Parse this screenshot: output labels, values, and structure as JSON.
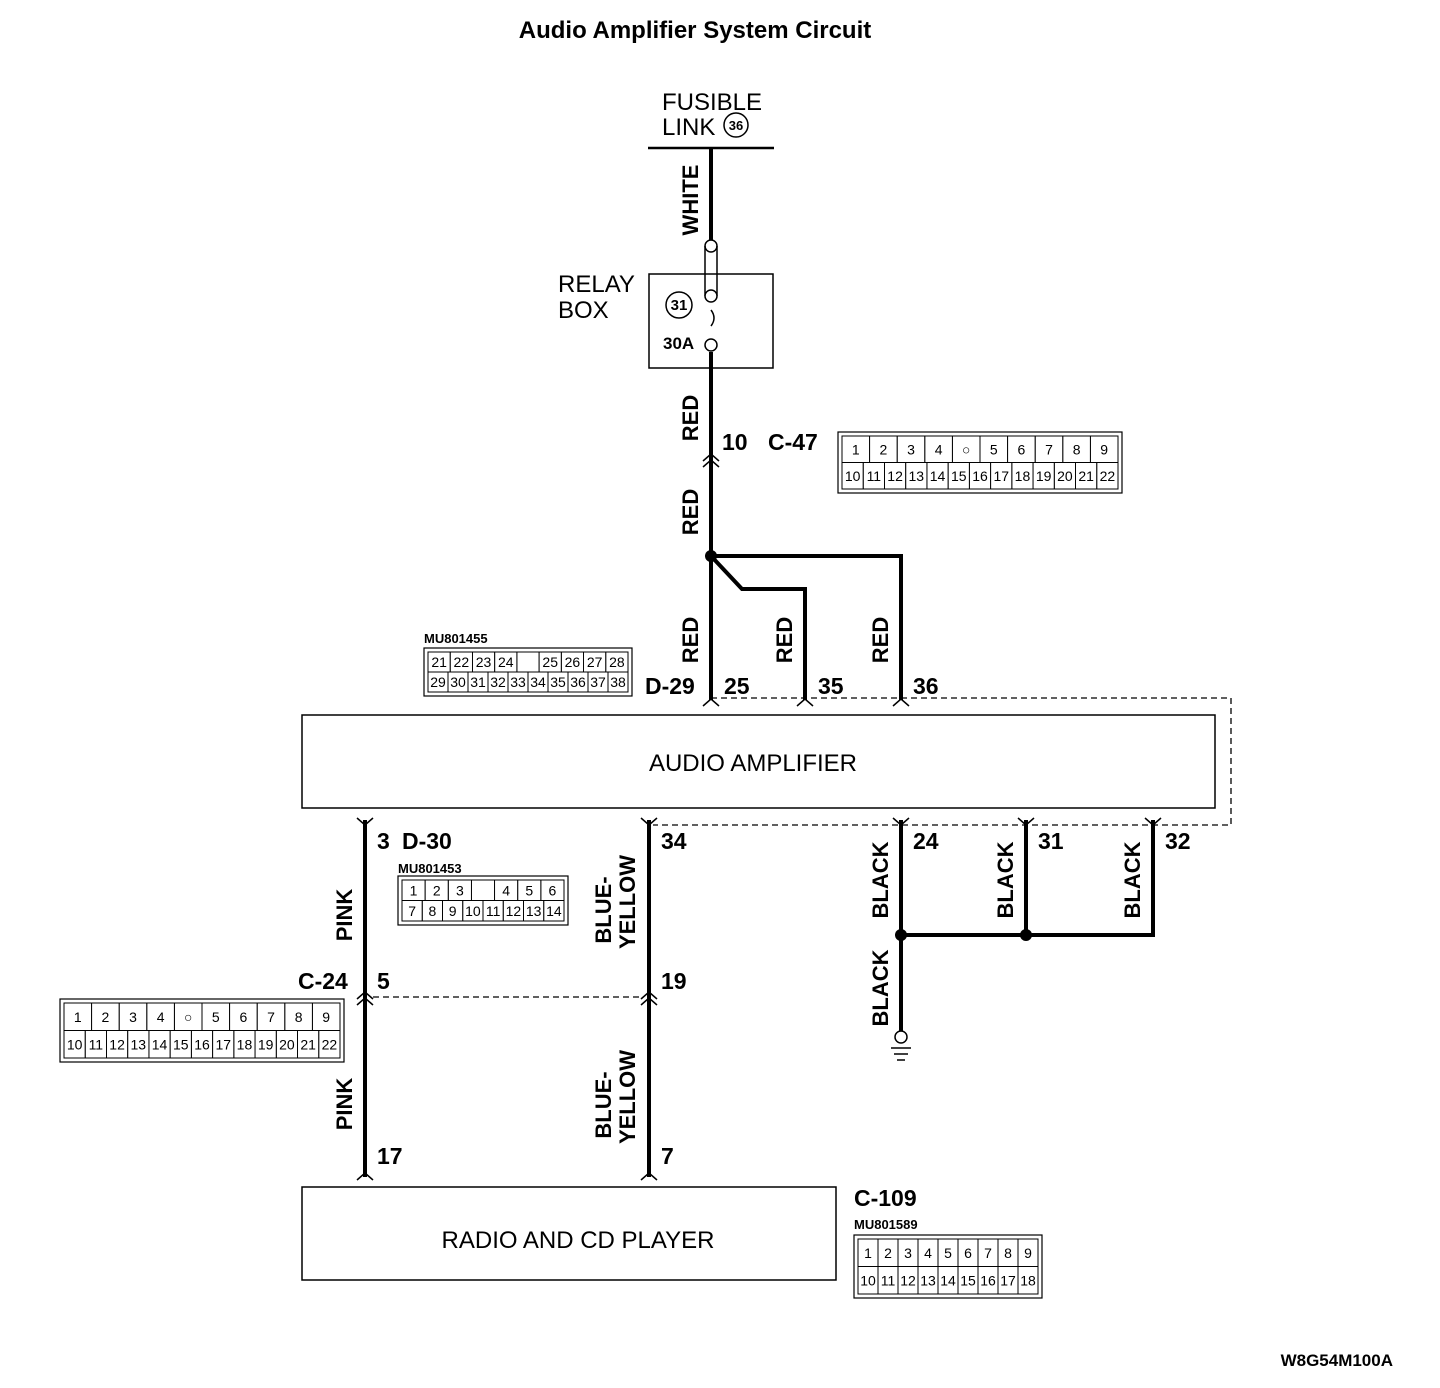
{
  "title": "Audio Amplifier System Circuit",
  "fusible_link": {
    "line1": "FUSIBLE",
    "line2": "LINK",
    "number": "36"
  },
  "relay_box": {
    "line1": "RELAY",
    "line2": "BOX",
    "number": "31",
    "rating": "30A"
  },
  "components": {
    "amplifier": "AUDIO AMPLIFIER",
    "radio": "RADIO AND CD PLAYER"
  },
  "connector_ids": {
    "c47": "C-47",
    "d29": "D-29",
    "d30": "D-30",
    "c24": "C-24",
    "c109": "C-109"
  },
  "part_numbers": {
    "d29": "MU801455",
    "d30": "MU801453",
    "c109": "MU801589"
  },
  "pins": {
    "c47": "10",
    "d29_a": "25",
    "d29_b": "35",
    "d29_c": "36",
    "d30_a": "3",
    "d30_b": "34",
    "d30_c": "24",
    "d30_d": "31",
    "d30_e": "32",
    "c24_a": "5",
    "c24_b": "19",
    "c109_a": "17",
    "c109_b": "7"
  },
  "wire_colors": {
    "white": "WHITE",
    "red": "RED",
    "pink": "PINK",
    "blue": "BLUE-",
    "yellow": "YELLOW",
    "black": "BLACK"
  },
  "connector_grids": {
    "c47": {
      "top": [
        "1",
        "2",
        "3",
        "4",
        "○",
        "5",
        "6",
        "7",
        "8",
        "9"
      ],
      "bottom": [
        "10",
        "11",
        "12",
        "13",
        "14",
        "15",
        "16",
        "17",
        "18",
        "19",
        "20",
        "21",
        "22"
      ]
    },
    "d29": {
      "top": [
        "21",
        "22",
        "23",
        "24",
        "",
        "25",
        "26",
        "27",
        "28"
      ],
      "bottom": [
        "29",
        "30",
        "31",
        "32",
        "33",
        "34",
        "35",
        "36",
        "37",
        "38"
      ]
    },
    "d30": {
      "top": [
        "1",
        "2",
        "3",
        "",
        "4",
        "5",
        "6"
      ],
      "bottom": [
        "7",
        "8",
        "9",
        "10",
        "11",
        "12",
        "13",
        "14"
      ]
    },
    "c24": {
      "top": [
        "1",
        "2",
        "3",
        "4",
        "○",
        "5",
        "6",
        "7",
        "8",
        "9"
      ],
      "bottom": [
        "10",
        "11",
        "12",
        "13",
        "14",
        "15",
        "16",
        "17",
        "18",
        "19",
        "20",
        "21",
        "22"
      ]
    },
    "c109": {
      "top": [
        "1",
        "2",
        "3",
        "4",
        "5",
        "6",
        "7",
        "8",
        "9"
      ],
      "bottom": [
        "10",
        "11",
        "12",
        "13",
        "14",
        "15",
        "16",
        "17",
        "18"
      ]
    }
  },
  "figure_code": "W8G54M100A"
}
